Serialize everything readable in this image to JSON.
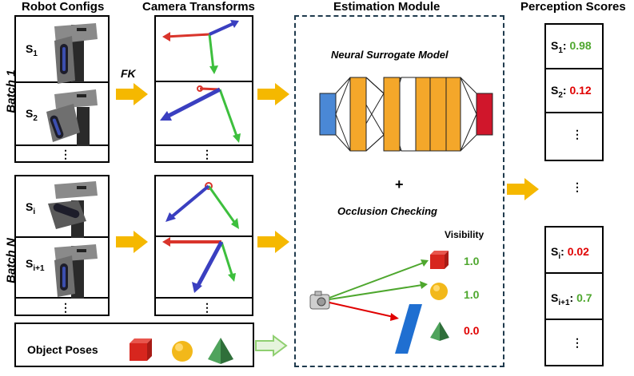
{
  "headers": {
    "robot_configs": "Robot Configs",
    "camera_transforms": "Camera Transforms",
    "estimation_module": "Estimation Module",
    "perception_scores": "Perception Scores"
  },
  "batches": {
    "batch1": "Batch 1",
    "batchN": "Batch N"
  },
  "fk_label": "FK",
  "robot_rows": {
    "b1": [
      {
        "s": "S",
        "sub": "1"
      },
      {
        "s": "S",
        "sub": "2"
      }
    ],
    "bn": [
      {
        "s": "S",
        "sub": "i"
      },
      {
        "s": "S",
        "sub": "i+1"
      }
    ],
    "dots": "⋮"
  },
  "object_poses": "Object Poses",
  "estimation": {
    "surrogate_title": "Neural Surrogate Model",
    "plus": "+",
    "occlusion_title": "Occlusion Checking",
    "visibility_label": "Visibility",
    "visibility_values": [
      "1.0",
      "1.0",
      "0.0"
    ]
  },
  "scores": {
    "b1": [
      {
        "s": "S",
        "sub": "1",
        "value": "0.98",
        "color": "#4ea72e"
      },
      {
        "s": "S",
        "sub": "2",
        "value": "0.12",
        "color": "#e00000"
      }
    ],
    "bn": [
      {
        "s": "S",
        "sub": "i",
        "value": "0.02",
        "color": "#e00000"
      },
      {
        "s": "S",
        "sub": "i+1",
        "value": "0.7",
        "color": "#4ea72e"
      }
    ],
    "middle_dots": "⋮"
  },
  "colors": {
    "arrow_orange": "#f5b800",
    "arrow_light_green": "#a6d98a",
    "border_dashed": "#1f3a4d",
    "bar_orange": "#f4a72a",
    "input_blue": "#4a88d6",
    "output_red": "#d0162b",
    "axis_red": "#d9342b",
    "axis_green": "#3dbf3d",
    "axis_blue": "#3a3fc0",
    "cube_red": "#d7261e",
    "sphere_yellow": "#f2b81a",
    "pyramid_green": "#3c8c4a",
    "plane_blue": "#1f6fd1"
  }
}
